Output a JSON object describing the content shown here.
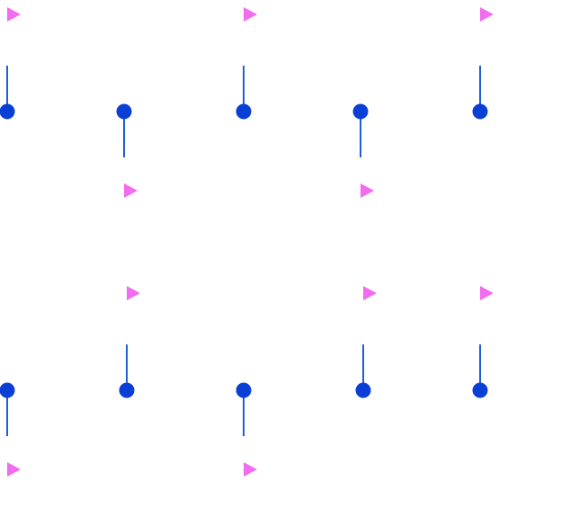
{
  "colors": {
    "background": "#ffffff",
    "line_start": "#1e6ee0",
    "line_end": "#0a3fd6",
    "node": "#0a3fd6",
    "connector": "#1e5fd8",
    "marker": "#f26cf0"
  },
  "icons": {
    "marker": "play-triangle-icon",
    "node": "circle-dot"
  },
  "timelines": [
    {
      "name": "timeline-top",
      "nodes": [
        {
          "marker": "above"
        },
        {
          "marker": "below"
        },
        {
          "marker": "above"
        },
        {
          "marker": "below"
        },
        {
          "marker": "above"
        }
      ]
    },
    {
      "name": "timeline-bottom",
      "nodes": [
        {
          "marker": "below"
        },
        {
          "marker": "above"
        },
        {
          "marker": "below"
        },
        {
          "marker": "above"
        },
        {
          "marker": "above"
        }
      ]
    }
  ]
}
